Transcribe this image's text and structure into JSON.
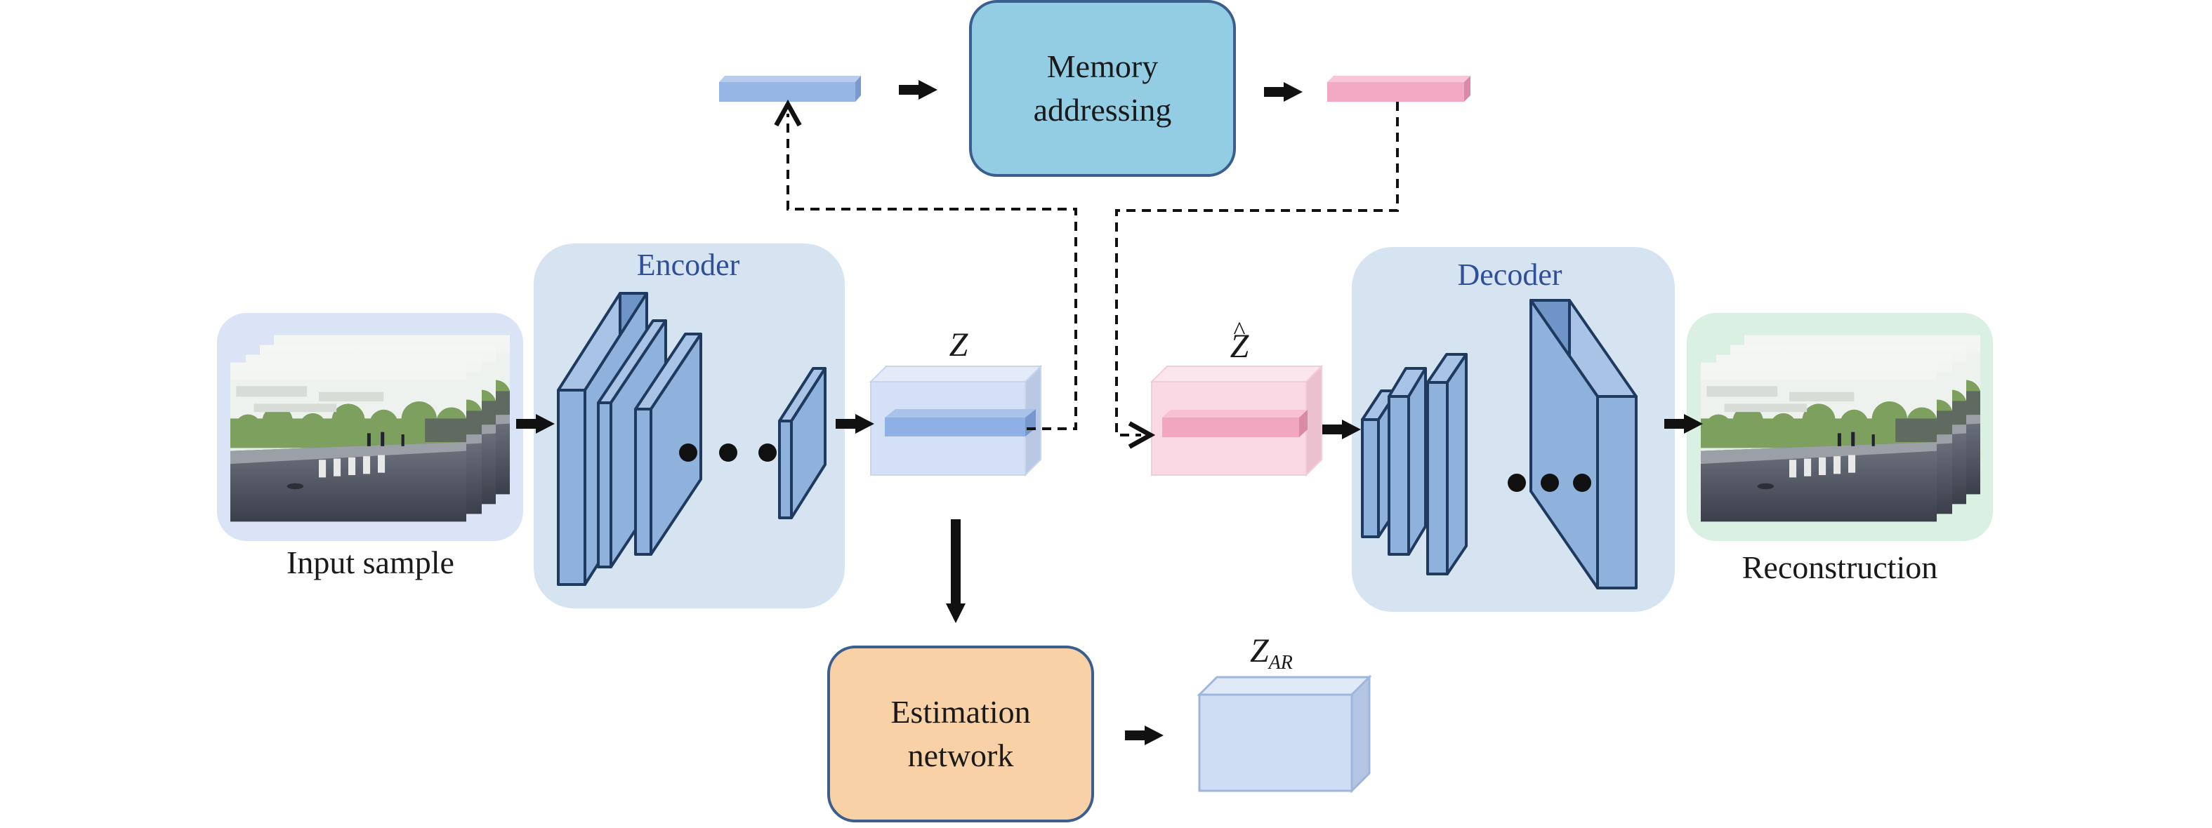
{
  "labels": {
    "input_sample": "Input sample",
    "encoder": "Encoder",
    "decoder": "Decoder",
    "reconstruction": "Reconstruction",
    "memory_addressing_line1": "Memory",
    "memory_addressing_line2": "addressing",
    "estimation_network_line1": "Estimation",
    "estimation_network_line2": "network",
    "z": "Z",
    "z_hat_hat": "^",
    "z_hat": "Z",
    "z_ar_main": "Z",
    "z_ar_sub": "AR"
  },
  "colors": {
    "input_panel": "#dbe3f6",
    "encoder_panel": "#d6e4f2",
    "decoder_panel": "#d6e4f2",
    "reconstruction_panel": "#d9f0e2",
    "layer_fill": "#8eb2dc",
    "layer_stroke": "#1e3a5f",
    "memory_box": "#92cde3",
    "memory_box_border": "#3a5f8f",
    "estimation_box": "#f8d2a6",
    "estimation_box_border": "#3a5f8f",
    "query_vector": "#96b6e6",
    "retrieved_vector": "#f3a8c3",
    "z_cube": "#cddbf3",
    "z_hat_cube": "#fad7e3",
    "z_ar_cube": "#cfddf4"
  }
}
